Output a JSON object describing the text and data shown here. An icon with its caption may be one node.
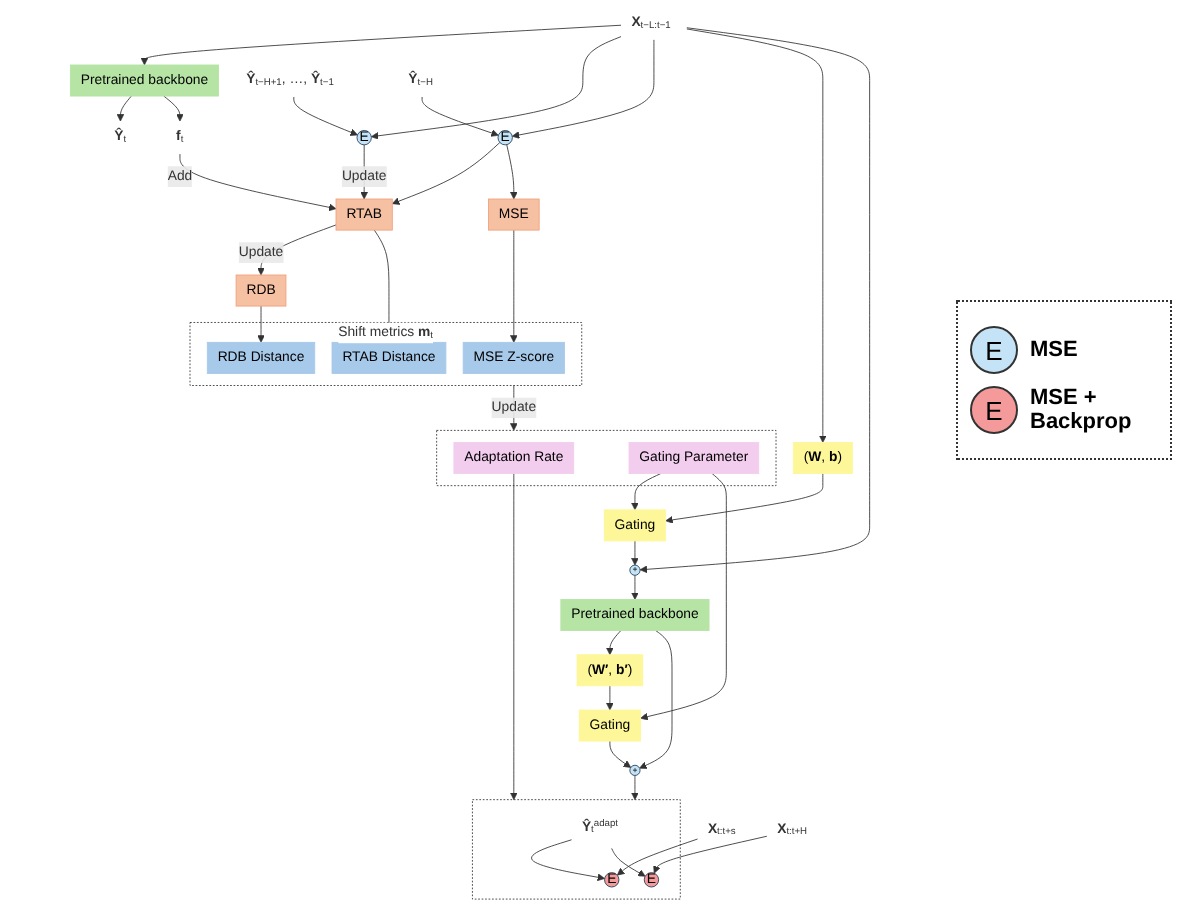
{
  "diagram": {
    "nodes": [
      {
        "text": [
          "**X**$_{t−L:t−1}$"
        ]
      },
      {
        "text": [
          "Pretrained backbone"
        ]
      },
      {
        "text": [
          "**Ŷ**$_{t}$"
        ]
      },
      {
        "text": [
          "**f**$_{t}$"
        ]
      },
      {
        "text": [
          "**Ŷ**$_{t−H+1}$, …, **Ŷ**$_{t−1}$"
        ]
      },
      {
        "text": [
          "E"
        ]
      },
      {
        "text": [
          "**Ŷ**$_{t−H}$"
        ]
      },
      {
        "text": [
          "E"
        ]
      },
      {
        "text": [
          "RTAB"
        ]
      },
      {
        "text": [
          "RDB"
        ]
      },
      {
        "text": [
          "MSE"
        ]
      },
      {
        "text": [
          "Shift metrics **m**$_{t}$"
        ]
      },
      {
        "text": [
          "MSE Z-score"
        ],
        "in": 11
      },
      {
        "text": [
          "RDB Distance"
        ],
        "in": 11
      },
      {
        "text": [
          "RTAB Distance"
        ],
        "in": 11
      },
      {
        "text": [],
        "shape": "box"
      },
      {
        "text": [
          "Adaptation Rate"
        ],
        "in": 15
      },
      {
        "text": [
          "Gating Parameter"
        ],
        "in": 15
      },
      {
        "text": [
          "(**W**, **b**)"
        ]
      },
      {
        "text": [
          "Gating"
        ]
      },
      {
        "text": [
          "+"
        ]
      },
      {
        "text": [
          "Pretrained backbone"
        ]
      },
      {
        "text": [
          "(**W′**, **b′**)"
        ]
      },
      {
        "text": [
          "Gating"
        ]
      },
      {
        "text": [
          "+"
        ]
      },
      {
        "text": [],
        "shape": "box"
      },
      {
        "text": [
          "**Ŷ**$_{t}$$^{adapt}$"
        ],
        "in": 25
      },
      {
        "text": [
          "E"
        ],
        "in": 25
      },
      {
        "text": [
          "E"
        ],
        "in": 25
      },
      {
        "text": [
          "**X**$_{t:t+s}$"
        ]
      },
      {
        "text": [
          "**X**$_{t:t+H}$"
        ]
      }
    ],
    "edges": [
      {
        "from": 0,
        "to": 1,
        "arrow": "to"
      },
      {
        "from": 1,
        "to": 2,
        "arrow": "to"
      },
      {
        "from": 1,
        "to": 3,
        "arrow": "to"
      },
      {
        "from": 0,
        "to": 5,
        "arrow": "to"
      },
      {
        "from": 4,
        "to": 5,
        "arrow": "to"
      },
      {
        "from": 0,
        "to": 7,
        "arrow": "to"
      },
      {
        "from": 6,
        "to": 7,
        "arrow": "to"
      },
      {
        "from": 5,
        "to": 8,
        "label": "Update",
        "arrow": "to"
      },
      {
        "from": 7,
        "to": 8,
        "arrow": "to"
      },
      {
        "from": 3,
        "to": 8,
        "label": "Add",
        "arrow": "to"
      },
      {
        "from": 8,
        "to": 9,
        "label": "Update",
        "arrow": "to"
      },
      {
        "from": 7,
        "to": 10,
        "arrow": "to"
      },
      {
        "from": 10,
        "to": 12,
        "arrow": "to"
      },
      {
        "from": 9,
        "to": 13,
        "arrow": "to"
      },
      {
        "from": 8,
        "to": 14,
        "arrow": "to"
      },
      {
        "from": 11,
        "to": 15,
        "label": "Update",
        "arrow": "to"
      },
      {
        "from": 0,
        "to": 18,
        "arrow": "to"
      },
      {
        "from": 0,
        "to": 20,
        "arrow": "to"
      },
      {
        "from": 18,
        "to": 19,
        "arrow": "to"
      },
      {
        "from": 19,
        "to": 20,
        "arrow": "to"
      },
      {
        "from": 20,
        "to": 21,
        "arrow": "to"
      },
      {
        "from": 21,
        "to": 22,
        "arrow": "to"
      },
      {
        "from": 21,
        "to": 24,
        "arrow": "to"
      },
      {
        "from": 22,
        "to": 23,
        "arrow": "to"
      },
      {
        "from": 23,
        "to": 24,
        "arrow": "to"
      },
      {
        "from": 17,
        "to": 19,
        "arrow": "to"
      },
      {
        "from": 17,
        "to": 23,
        "arrow": "to"
      },
      {
        "from": 16,
        "to": 25,
        "arrow": "to"
      },
      {
        "from": 24,
        "to": 25,
        "arrow": "to"
      },
      {
        "from": 26,
        "to": 27,
        "arrow": "to"
      },
      {
        "from": 26,
        "to": 28,
        "arrow": "to"
      },
      {
        "from": 29,
        "to": 27,
        "arrow": "to"
      },
      {
        "from": 30,
        "to": 28,
        "arrow": "to"
      }
    ],
    "labels": [
      "E",
      "E"
    ],
    "legend": [
      {
        "text": "MSE",
        "color": "#c5e3f6"
      },
      {
        "text": "MSE + Backprop",
        "color": "#f59a9a"
      }
    ]
  }
}
